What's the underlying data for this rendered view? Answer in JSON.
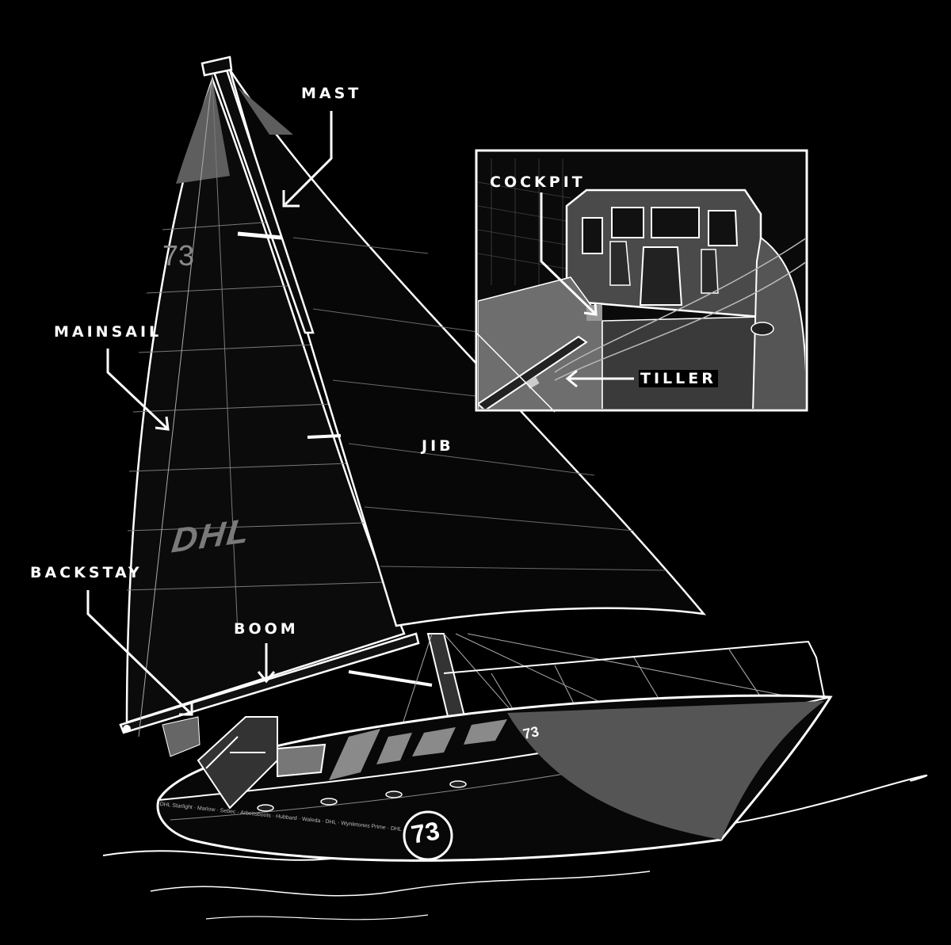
{
  "labels": {
    "mast": "MAST",
    "mainsail": "MAINSAIL",
    "jib": "JIB",
    "backstay": "BACKSTAY",
    "boom": "BOOM",
    "cockpit": "COCKPIT",
    "tiller": "TILLER"
  },
  "markings": {
    "sail_number": "73",
    "sponsor_logo": "DHL",
    "hull_number": "73",
    "deck_number": "73",
    "hull_text": "DHL Starlight · Marlow · Sebec · Arbeitsboots · Hubbard · Waleda · DHL · Wynletones Prime · DHL"
  },
  "colors": {
    "background": "#000000",
    "line": "#ffffff",
    "shade": "#5e5e5e"
  }
}
